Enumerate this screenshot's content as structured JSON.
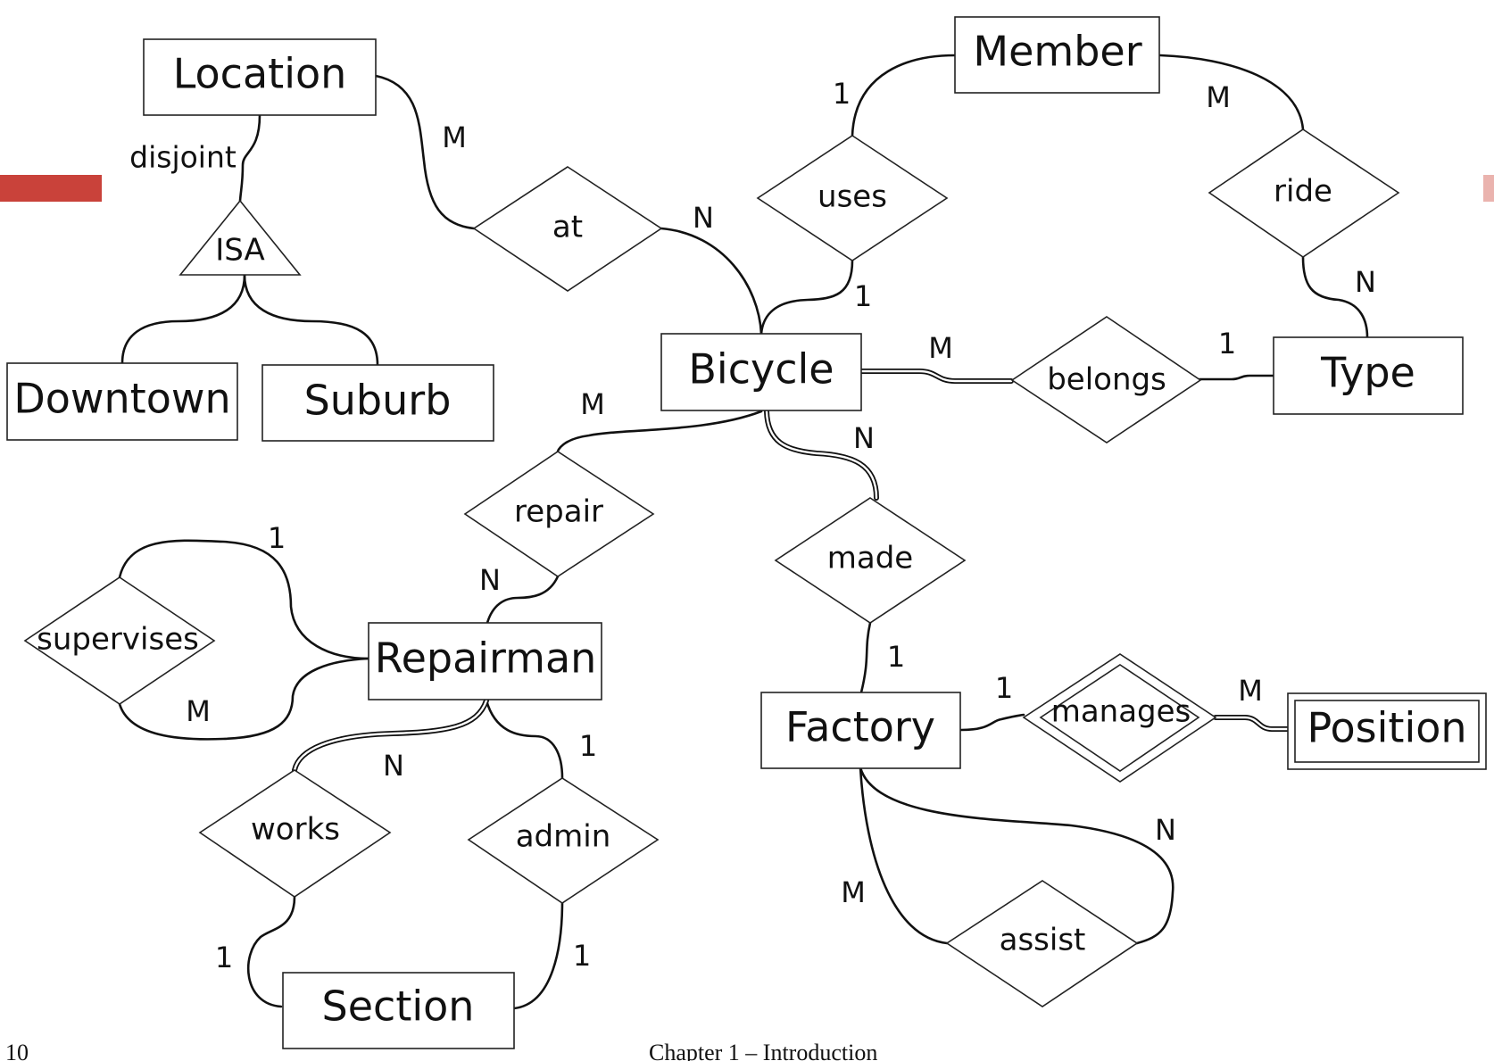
{
  "entities": {
    "location": "Location",
    "downtown": "Downtown",
    "suburb": "Suburb",
    "member": "Member",
    "bicycle": "Bicycle",
    "type": "Type",
    "repairman": "Repairman",
    "factory": "Factory",
    "position": "Position",
    "section": "Section"
  },
  "relationships": {
    "at": "at",
    "uses": "uses",
    "ride": "ride",
    "belongs": "belongs",
    "repair": "repair",
    "made": "made",
    "supervises": "supervises",
    "manages": "manages",
    "works": "works",
    "admin": "admin",
    "assist": "assist"
  },
  "isa": {
    "label": "ISA",
    "constraint": "disjoint"
  },
  "cardinalities": {
    "location_at": "M",
    "at_bicycle": "N",
    "member_uses": "1",
    "uses_bicycle": "1",
    "member_ride": "M",
    "ride_type": "N",
    "bicycle_belongs": "M",
    "belongs_type": "1",
    "bicycle_repair": "M",
    "repair_repairman": "N",
    "bicycle_made": "N",
    "made_factory": "1",
    "supervises_top": "1",
    "supervises_bottom": "M",
    "factory_manages": "1",
    "manages_position": "M",
    "repairman_works": "N",
    "repairman_admin": "1",
    "works_section": "1",
    "admin_section": "1",
    "factory_assist_m": "M",
    "factory_assist_n": "N"
  },
  "footer": {
    "page_number": "10",
    "chapter": "Chapter 1 – Introduction"
  },
  "colors": {
    "accent_left": "#c9423a",
    "accent_right": "#eab3ae"
  }
}
